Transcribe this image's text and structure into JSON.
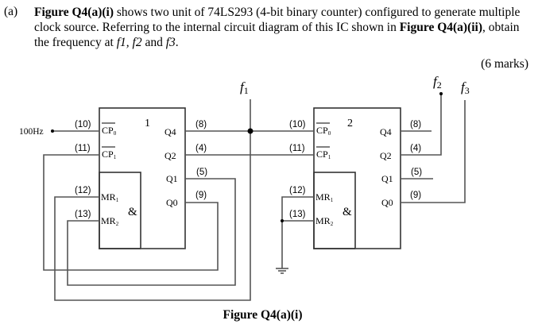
{
  "question": {
    "label": "(a)",
    "text_parts": [
      {
        "text": "Figure Q4(a)(i)",
        "bold": true
      },
      {
        "text": " shows two unit of 74LS293 (4-bit binary counter) configured to generate multiple clock source. Referring to the internal circuit diagram of this IC shown in ",
        "bold": false
      },
      {
        "text": "Figure Q4(a)(ii)",
        "bold": true
      },
      {
        "text": ", obtain the frequency at ",
        "bold": false
      },
      {
        "text": "f1, f2",
        "italic": true
      },
      {
        "text": " and ",
        "bold": false
      },
      {
        "text": "f3",
        "italic": true
      },
      {
        "text": ".",
        "bold": false
      }
    ],
    "marks": "(6 marks)"
  },
  "figure": {
    "caption": "Figure Q4(a)(i)",
    "input_label": "100Hz",
    "outputs": {
      "f1": "f1",
      "f2": "f2",
      "f3": "f3"
    },
    "chips": [
      {
        "id": "1",
        "inputs": [
          {
            "pin": "(10)",
            "name": "CP0"
          },
          {
            "pin": "(11)",
            "name": "CP1"
          },
          {
            "pin": "(12)",
            "name": "MR1"
          },
          {
            "pin": "(13)",
            "name": "MR2"
          }
        ],
        "gate": "&",
        "outputs": [
          {
            "pin": "(8)",
            "name": "Q4"
          },
          {
            "pin": "(4)",
            "name": "Q2"
          },
          {
            "pin": "(5)",
            "name": "Q1"
          },
          {
            "pin": "(9)",
            "name": "Q0"
          }
        ]
      },
      {
        "id": "2",
        "inputs": [
          {
            "pin": "(10)",
            "name": "CP0"
          },
          {
            "pin": "(11)",
            "name": "CP1"
          },
          {
            "pin": "(12)",
            "name": "MR1"
          },
          {
            "pin": "(13)",
            "name": "MR2"
          }
        ],
        "gate": "&",
        "outputs": [
          {
            "pin": "(8)",
            "name": "Q4"
          },
          {
            "pin": "(4)",
            "name": "Q2"
          },
          {
            "pin": "(5)",
            "name": "Q1"
          },
          {
            "pin": "(9)",
            "name": "Q0"
          }
        ]
      }
    ]
  }
}
